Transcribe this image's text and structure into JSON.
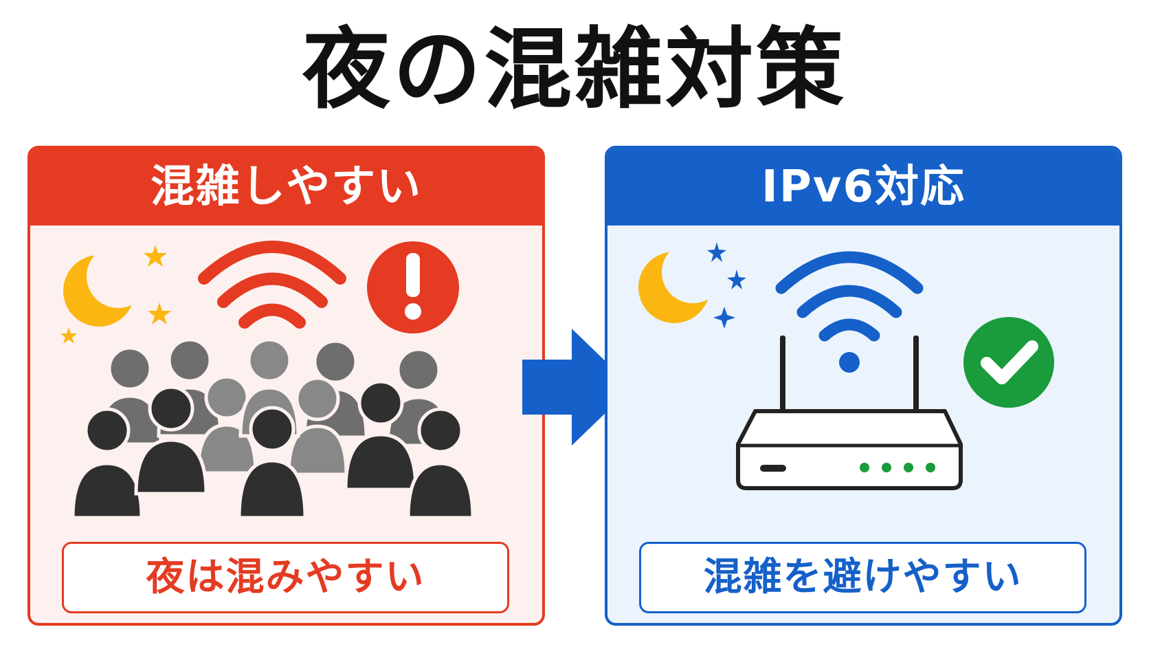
{
  "title": "夜の混雑対策",
  "left_panel": {
    "header": "混雑しやすい",
    "caption": "夜は混みやすい",
    "color": "#e43b22",
    "icons": [
      "moon-icon",
      "star-icon",
      "wifi-icon",
      "exclamation-icon",
      "crowd-icon"
    ]
  },
  "right_panel": {
    "header": "IPv6対応",
    "caption": "混雑を避けやすい",
    "color": "#1560c9",
    "icons": [
      "moon-icon",
      "star-icon",
      "wifi-icon",
      "router-icon",
      "check-icon"
    ]
  },
  "arrow": {
    "icon": "right-arrow-icon",
    "color": "#1560c9"
  }
}
